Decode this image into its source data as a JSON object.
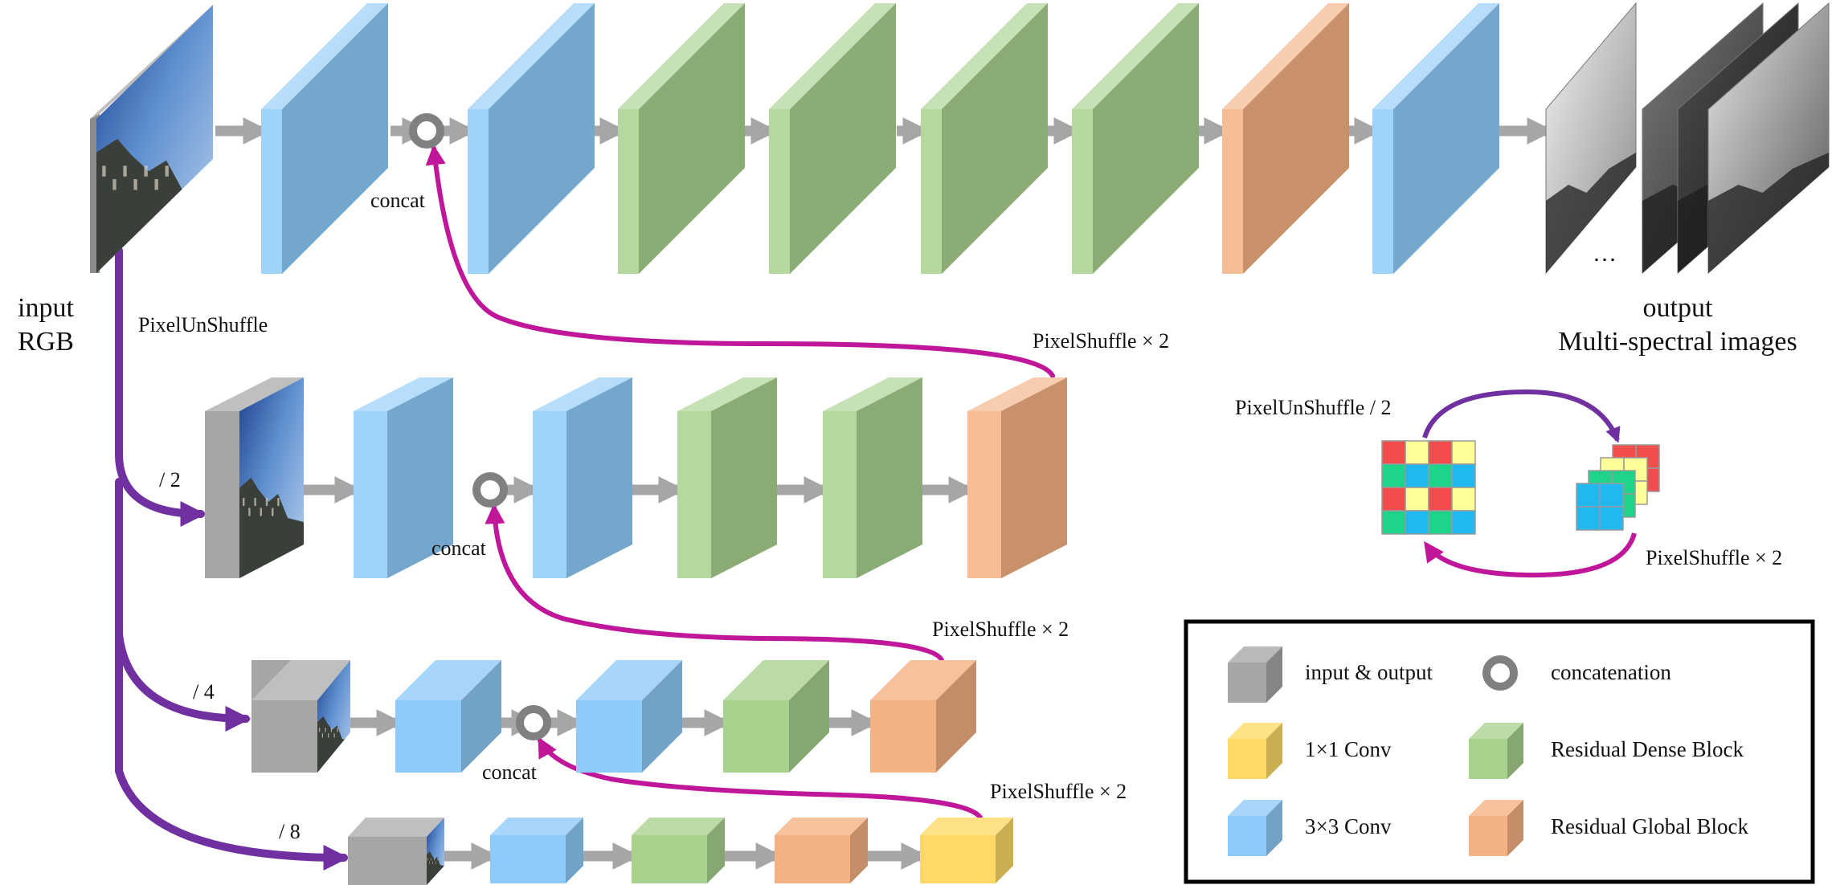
{
  "labels": {
    "input": "input",
    "rgb": "RGB",
    "output": "output",
    "output_sub": "Multi-spectral images",
    "pixel_unshuffle": "PixelUnShuffle",
    "pixel_shuffle": "PixelShuffle × 2",
    "concat": "concat",
    "div2": "/ 2",
    "div4": "/ 4",
    "div8": "/ 8",
    "ellipsis": "…",
    "pixel_unshuffle_div2": "PixelUnShuffle / 2"
  },
  "legend": {
    "input_output": "input & output",
    "concatenation": "concatenation",
    "conv1x1": "1×1 Conv",
    "residual_dense": "Residual Dense Block",
    "conv3x3": "3×3 Conv",
    "residual_global": "Residual Global Block"
  },
  "colors": {
    "conv3x3": "#8fcbf8",
    "residual_dense": "#a9d18e",
    "residual_global": "#f4b183",
    "conv1x1": "#ffd966",
    "input_output": "#a6a6a6",
    "flow_arrow": "#a6a6a6",
    "skip_arrow": "#c0169a",
    "unshuffle_arrow": "#7030a0",
    "grid_red": "#f14d4d",
    "grid_yellow": "#ffff99",
    "grid_green": "#1fd38a",
    "grid_blue": "#21b8f0"
  },
  "icons": {
    "concat_node": "ring-icon",
    "input_image": "photo-thumbnail-icon",
    "output_image": "grayscale-band-icon"
  }
}
